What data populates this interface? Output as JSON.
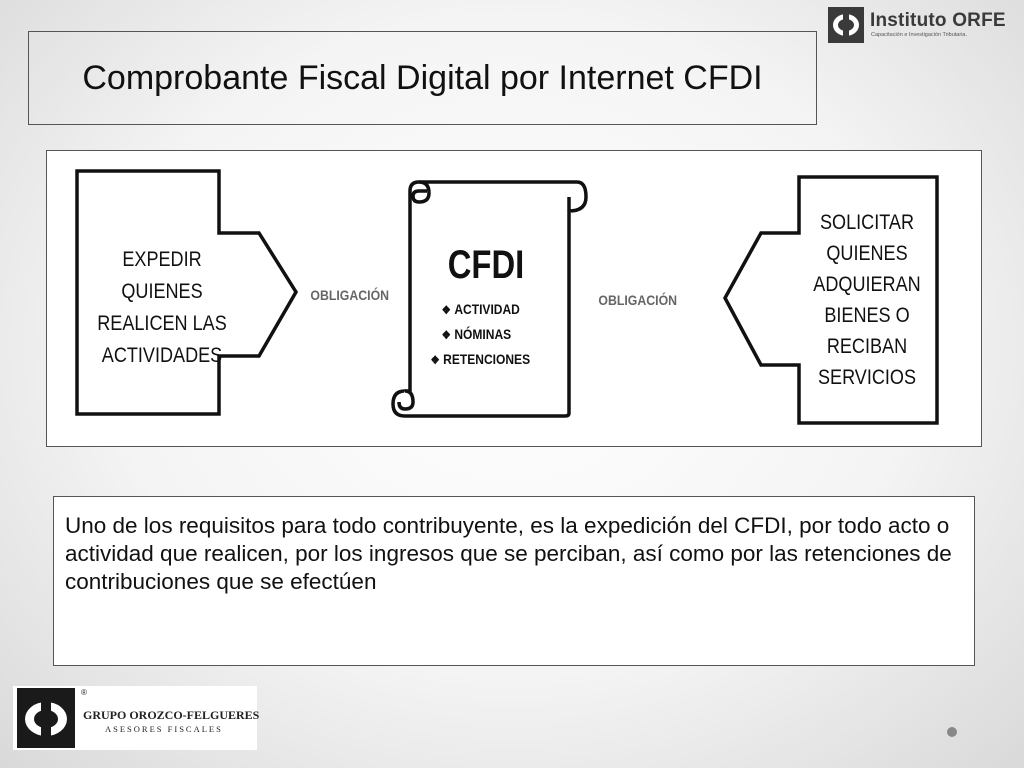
{
  "header": {
    "brand": {
      "name": "Instituto ORFE",
      "tagline": "Capacitación e Investigación Tributaria."
    }
  },
  "slide": {
    "title": "Comprobante Fiscal Digital por Internet CFDI"
  },
  "diagram": {
    "left_box": "EXPEDIR\nQUIENES\nREALICEN LAS\nACTIVIDADES",
    "right_box": "SOLICITAR\nQUIENES\nADQUIERAN\nBIENES O\nRECIBAN\nSERVICIOS",
    "left_label": "OBLIGACIÓN",
    "right_label": "OBLIGACIÓN",
    "scroll": {
      "title": "CFDI",
      "bullet_icon": "❖",
      "items": [
        "ACTIVIDAD",
        "NÓMINAS",
        "RETENCIONES"
      ]
    }
  },
  "body_text": "Uno de los requisitos para todo contribuyente, es la expedición del CFDI, por todo acto o actividad que realicen, por los ingresos que se perciban, así como por las retenciones de contribuciones que se efectúen",
  "footer": {
    "group": {
      "name": "GRUPO OROZCO-FELGUERES",
      "subtitle": "ASESORES FISCALES",
      "registered": "®"
    }
  },
  "colors": {
    "stroke": "#111111",
    "label_gray": "#666666",
    "frame": "#555555"
  }
}
